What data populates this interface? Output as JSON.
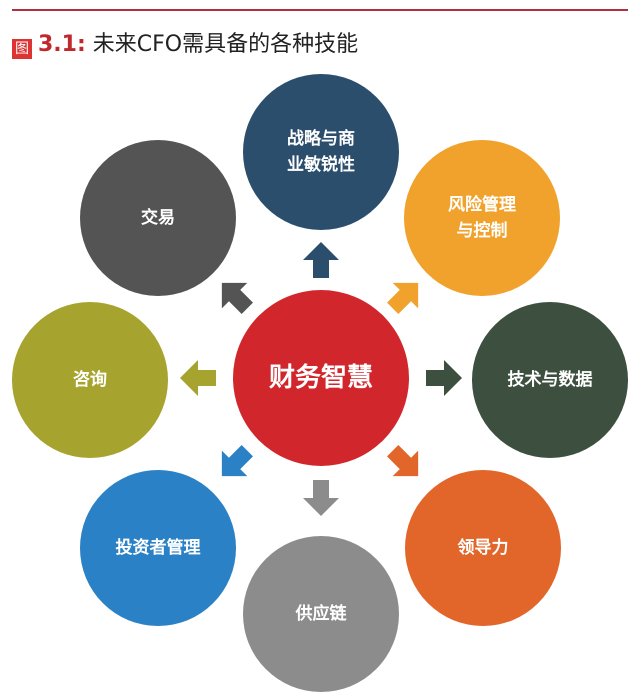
{
  "title": {
    "icon_char": "图",
    "number": "3.1:",
    "text": "未来CFO需具备的各种技能"
  },
  "center": {
    "label": "财务智慧",
    "color": "#d0262c"
  },
  "nodes": [
    {
      "id": "strategy",
      "line1": "战略与商",
      "line2": "业敏锐性",
      "color": "#2b4e6d"
    },
    {
      "id": "trading",
      "line1": "交易",
      "line2": "",
      "color": "#545454"
    },
    {
      "id": "risk",
      "line1": "风险管理",
      "line2": "与控制",
      "color": "#f0a22c"
    },
    {
      "id": "consulting",
      "line1": "咨询",
      "line2": "",
      "color": "#a6a42f"
    },
    {
      "id": "tech",
      "line1": "技术与数据",
      "line2": "",
      "color": "#3d4f3f"
    },
    {
      "id": "investor",
      "line1": "投资者管理",
      "line2": "",
      "color": "#2b81c5"
    },
    {
      "id": "leadership",
      "line1": "领导力",
      "line2": "",
      "color": "#e2652a"
    },
    {
      "id": "supply",
      "line1": "供应链",
      "line2": "",
      "color": "#8c8c8c"
    }
  ]
}
